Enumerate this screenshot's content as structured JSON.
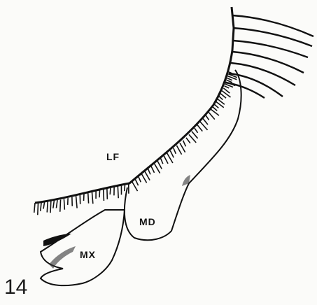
{
  "figure": {
    "number": "14",
    "labels": {
      "lf": "LF",
      "md": "MD",
      "mx": "MX"
    }
  }
}
